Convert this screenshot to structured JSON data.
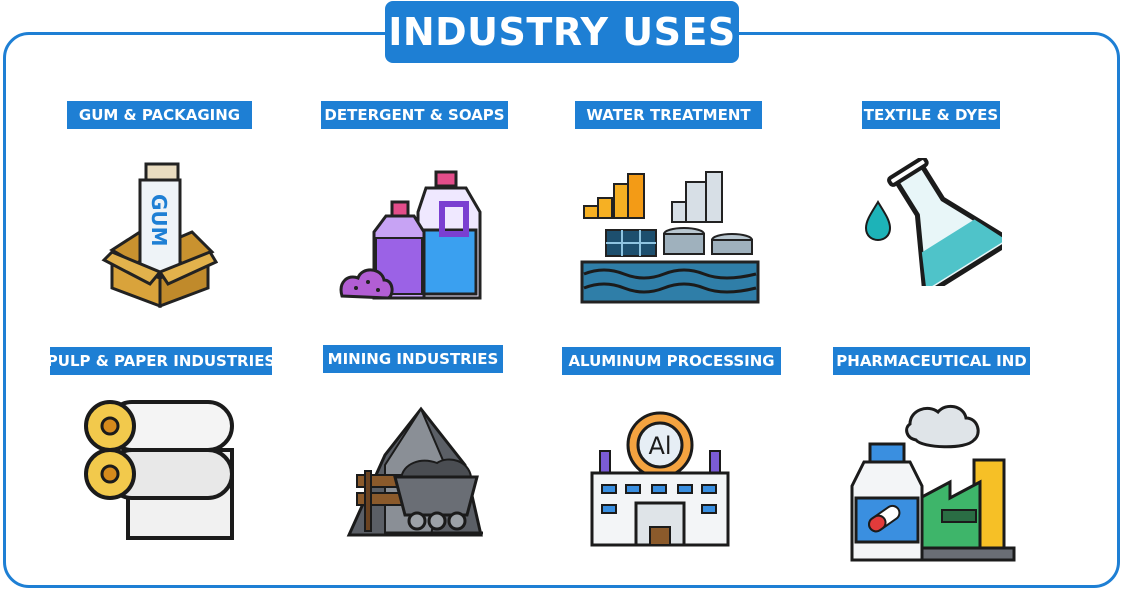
{
  "title": "INDUSTRY USES",
  "industries": [
    {
      "label": "GUM & PACKAGING",
      "icon": "gum-box-icon",
      "icon_text": "GUM"
    },
    {
      "label": "DETERGENT & SOAPS",
      "icon": "detergent-bottles-icon"
    },
    {
      "label": "WATER TREATMENT",
      "icon": "water-treatment-plant-icon"
    },
    {
      "label": "TEXTILE & DYES",
      "icon": "chemical-flask-icon"
    },
    {
      "label": "PULP & PAPER INDUSTRIES",
      "icon": "paper-rolls-icon"
    },
    {
      "label": "MINING INDUSTRIES",
      "icon": "mining-cart-icon"
    },
    {
      "label": "ALUMINUM PROCESSING",
      "icon": "aluminum-factory-icon",
      "icon_text": "Al"
    },
    {
      "label": "PHARMACEUTICAL IND",
      "icon": "pharmaceutical-factory-icon"
    }
  ],
  "colors": {
    "accent": "#1e7fd4",
    "text_on_accent": "#ffffff"
  }
}
